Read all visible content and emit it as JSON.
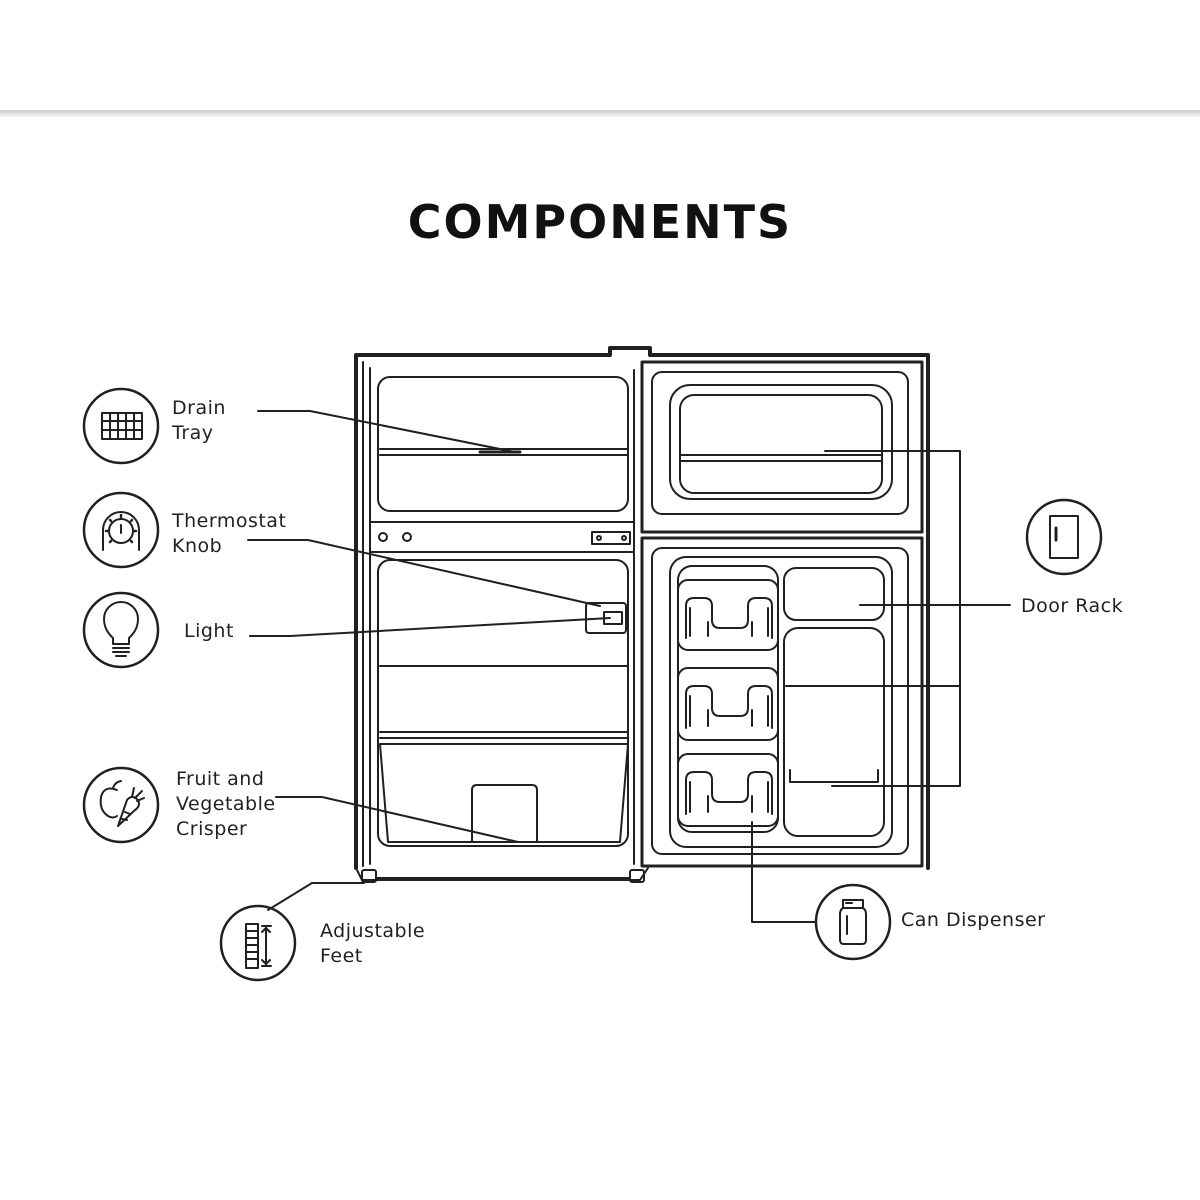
{
  "title": "COMPONENTS",
  "labels": {
    "drain_tray": "Drain\nTray",
    "thermostat_knob": "Thermostat\nKnob",
    "light": "Light",
    "crisper": "Fruit and\nVegetable\nCrisper",
    "adjustable_feet": "Adjustable\nFeet",
    "door_rack": "Door Rack",
    "can_dispenser": "Can Dispenser"
  },
  "icons": {
    "drain_tray": "grid-tray-icon",
    "thermostat_knob": "thermostat-dial-icon",
    "light": "light-bulb-icon",
    "crisper": "fruit-vegetable-icon",
    "adjustable_feet": "adjustable-feet-icon",
    "door_rack": "fridge-door-icon",
    "can_dispenser": "can-icon"
  }
}
